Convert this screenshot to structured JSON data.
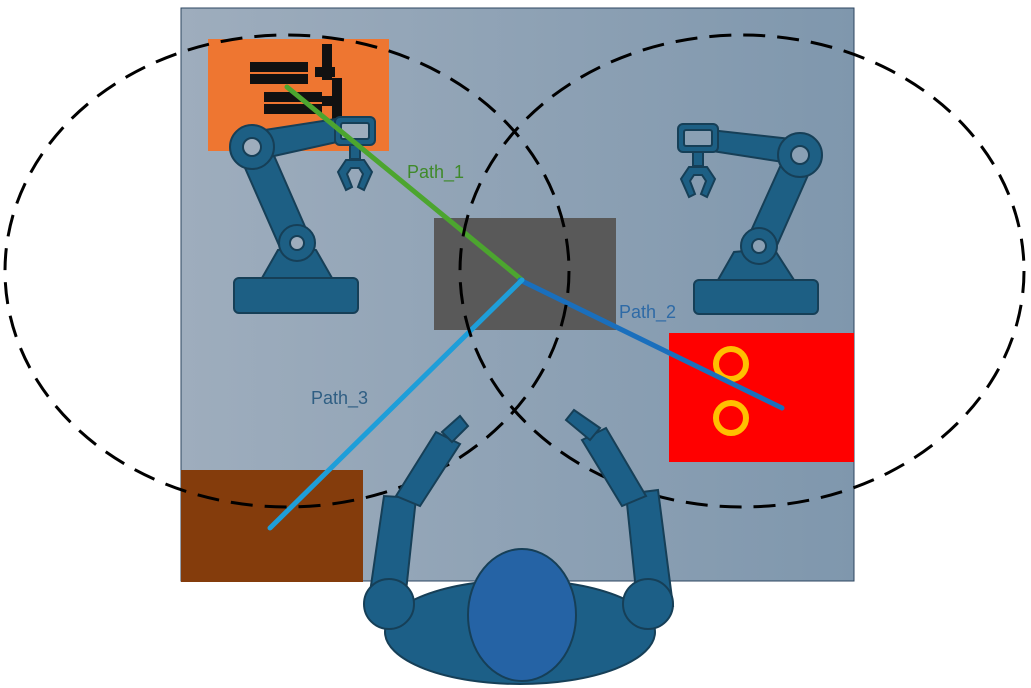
{
  "paths": [
    {
      "label": "Path_1",
      "color": "#4ca52f",
      "label_color": "#3f8a2a"
    },
    {
      "label": "Path_2",
      "color": "#1a6fbd",
      "label_color": "#2e6aa6"
    },
    {
      "label": "Path_3",
      "color": "#1e9ed9",
      "label_color": "#2f5e83"
    }
  ],
  "colors": {
    "workcell_start": "#9eadbd",
    "workcell_end": "#7f97ad",
    "robot": "#1d5f84",
    "robot_outline": "#163f57",
    "human": "#1c5f87",
    "human_head": "#2563a5",
    "center_zone": "#595959",
    "parts_zone": "#ee7631",
    "rings_zone": "#ff0000",
    "rings": "#ffc000",
    "output_zone": "#843c0c",
    "blocks": "#111111"
  }
}
